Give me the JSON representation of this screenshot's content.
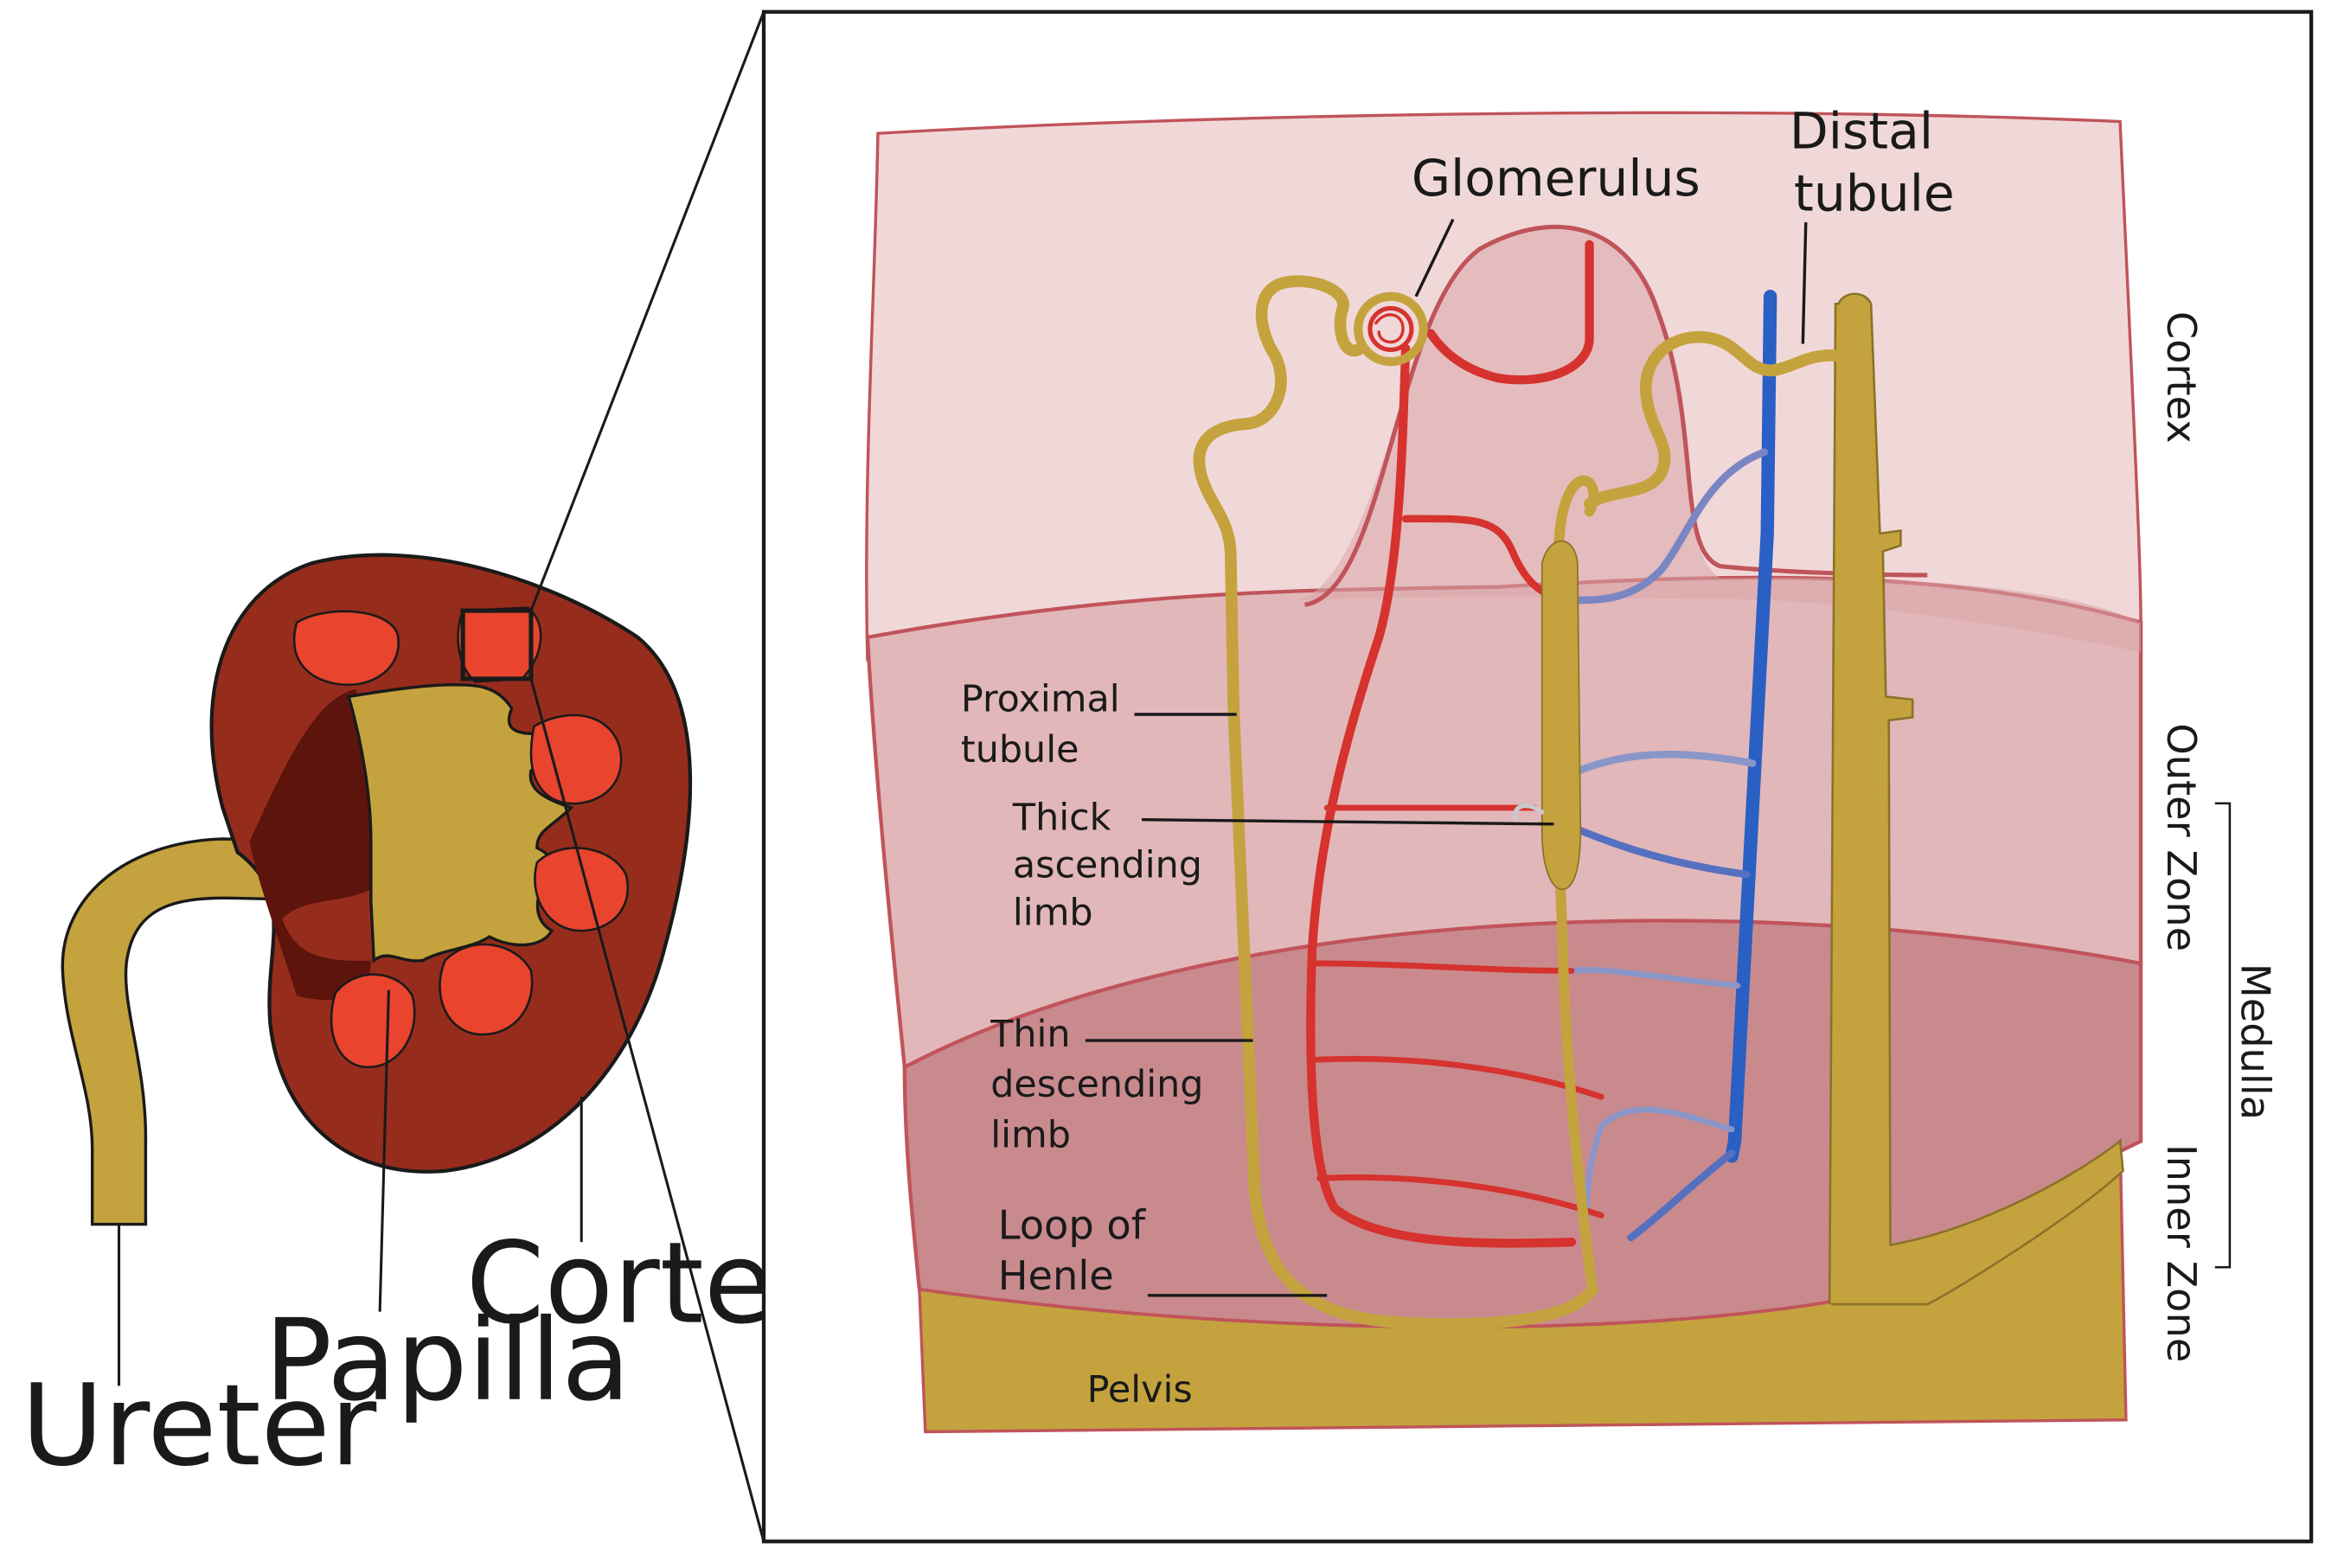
{
  "kidney_labels": {
    "ureter": "Ureter",
    "papilla": "Papilla",
    "cortex": "Cortex"
  },
  "structure_labels": {
    "glomerulus": "Glomerulus",
    "distal_tubule": [
      "Distal",
      "tubule"
    ],
    "proximal_tubule": [
      "Proximal",
      "tubule"
    ],
    "thick_ascending_limb": [
      "Thick",
      "ascending",
      "limb"
    ],
    "thin_descending_limb": [
      "Thin",
      "descending",
      "limb"
    ],
    "loop_of_henle": [
      "Loop of",
      "Henle"
    ],
    "pelvis": "Pelvis"
  },
  "zone_labels": {
    "cortex": "Cortex",
    "outer_zone": "Outer Zone",
    "inner_zone": "Inner Zone",
    "medulla": "Medulla"
  },
  "colors": {
    "kidney_cortex": "#962d1c",
    "kidney_dark": "#5c140c",
    "papilla": "#e8442e",
    "pelvis_tan": "#c4a33e",
    "zone_cortex": "#f1d8d8",
    "zone_outer": "#e2b7b9",
    "zone_inner": "#c98a8e",
    "artery_red": "#d6322e",
    "vein_blue": "#2a5fc4"
  }
}
